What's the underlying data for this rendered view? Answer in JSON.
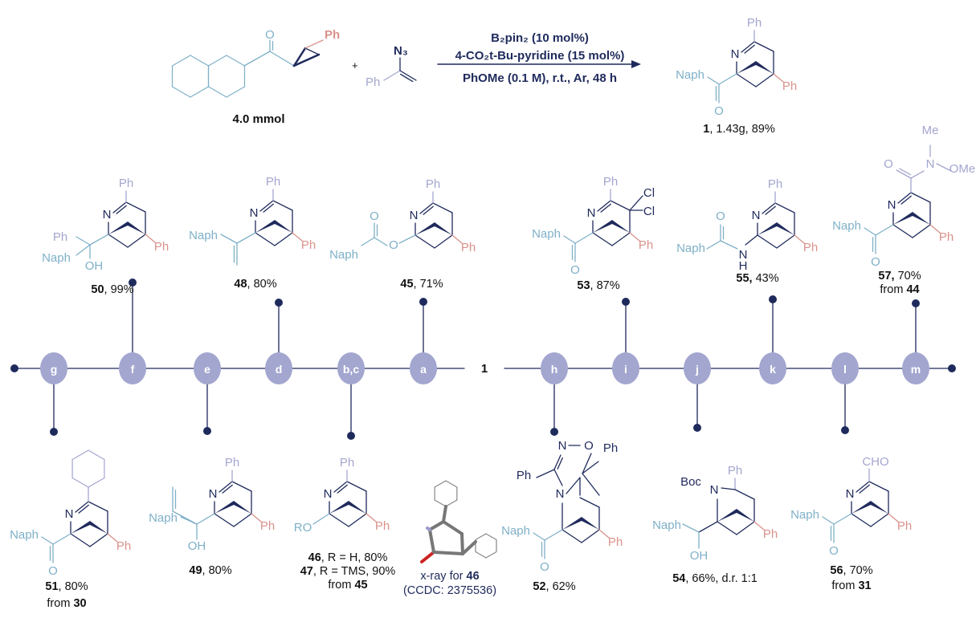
{
  "colors": {
    "navy": "#1f2a5c",
    "purple": "#a3a6cf",
    "teal": "#7fb0c8",
    "salmon": "#d9928a"
  },
  "reaction": {
    "reagent_scale": "4.0 mmol",
    "plus": "+",
    "azide": "N₃",
    "conditions": [
      "B₂pin₂ (10 mol%)",
      "4-CO₂t-Bu-pyridine (15 mol%)",
      "PhOMe (0.1 M), r.t., Ar, 48 h"
    ],
    "product": {
      "id": "1",
      "text": ", 1.43g, 89%"
    }
  },
  "atoms": {
    "ph": "Ph",
    "n": "N",
    "naph": "Naph",
    "o": "O",
    "oh": "OH",
    "ro": "RO",
    "cl": "Cl",
    "me": "Me",
    "ome": "OMe",
    "nh": "H",
    "boc": "Boc",
    "cho": "CHO"
  },
  "timeline": {
    "center": "1",
    "left_nodes": [
      "g",
      "f",
      "e",
      "d",
      "b,c",
      "a"
    ],
    "right_nodes": [
      "h",
      "i",
      "j",
      "k",
      "l",
      "m"
    ]
  },
  "compounds": {
    "c50": {
      "id": "50",
      "text": ", 99%"
    },
    "c48": {
      "id": "48",
      "text": ", 80%"
    },
    "c45": {
      "id": "45",
      "text": ", 71%"
    },
    "c53": {
      "id": "53",
      "text": ", 87%"
    },
    "c55": {
      "id": "55,",
      "text": " 43%"
    },
    "c57": {
      "id": "57,",
      "text": " 70%",
      "from": "from ",
      "from_id": "44"
    },
    "c51": {
      "id": "51",
      "text": ",  80%",
      "from": "from ",
      "from_id": "30"
    },
    "c49": {
      "id": "49",
      "text": ", 80%"
    },
    "c46": {
      "id": "46",
      "text": ", R = H, 80%"
    },
    "c47": {
      "id": "47",
      "text": ", R = TMS, 90%",
      "from": "from ",
      "from_id": "45"
    },
    "xray": {
      "text": "x-ray for ",
      "id": "46",
      "ccdc": "(CCDC: 2375536)"
    },
    "c52": {
      "id": "52",
      "text": ", 62%"
    },
    "c54": {
      "id": "54",
      "text": ", 66%, d.r. 1:1"
    },
    "c56": {
      "id": "56",
      "text": ", 70%",
      "from": "from ",
      "from_id": "31"
    }
  }
}
